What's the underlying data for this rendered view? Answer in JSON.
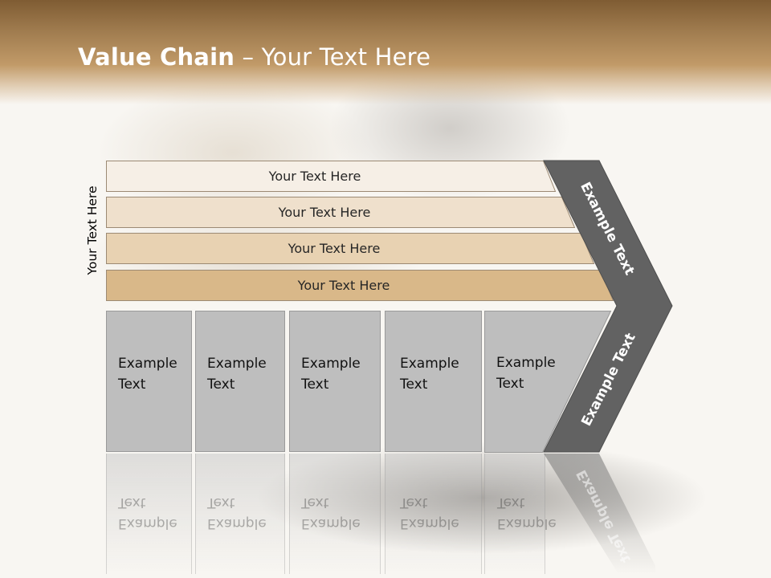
{
  "title": {
    "bold": "Value Chain",
    "rest": " – Your Text Here"
  },
  "side_label": "Your Text Here",
  "bars": [
    {
      "label": "Your Text Here",
      "color": "#f6efe6"
    },
    {
      "label": "Your Text Here",
      "color": "#efe0cc"
    },
    {
      "label": "Your Text Here",
      "color": "#e8d2b2"
    },
    {
      "label": "Your Text Here",
      "color": "#d9b889"
    }
  ],
  "boxes": [
    {
      "line1": "Example",
      "line2": "Text"
    },
    {
      "line1": "Example",
      "line2": "Text"
    },
    {
      "line1": "Example",
      "line2": "Text"
    },
    {
      "line1": "Example",
      "line2": "Text"
    },
    {
      "line1": "Example",
      "line2": "Text"
    }
  ],
  "chevron": {
    "upper_label": "Example Text",
    "lower_label": "Example Text",
    "fill": "#626262"
  },
  "colors": {
    "header_brown": "#8a6536",
    "box_gray": "#bebebe"
  }
}
